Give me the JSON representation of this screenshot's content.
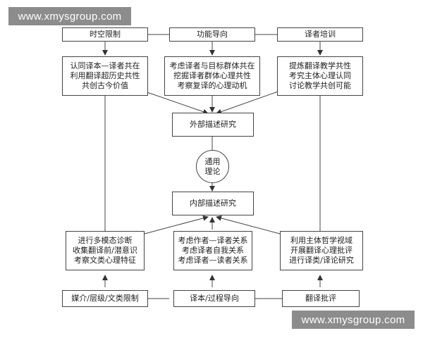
{
  "watermark_text": "www.xmysgroup.com",
  "line_color": "#444444",
  "top_boxes": [
    "时空限制",
    "功能导向",
    "译者培训"
  ],
  "middle_top_boxes": [
    [
      "认同译本—译者共在",
      "利用翻译超历史共性",
      "共创古今价值"
    ],
    [
      "考虑译者与目标群体共在",
      "挖掘译者群体心理共性",
      "考察复译的心理动机"
    ],
    [
      "提炼翻译教学共性",
      "考究主体心理认同",
      "讨论教学共创可能"
    ]
  ],
  "external_study": "外部描述研究",
  "general_theory": [
    "通用",
    "理论"
  ],
  "internal_study": "内部描述研究",
  "middle_bottom_boxes": [
    [
      "进行多模态诊断",
      "收集翻译前/潜意识",
      "考察文类心理特征"
    ],
    [
      "考虑作者—译者关系",
      "考虑译者自我关系",
      "考虑译者—读者关系"
    ],
    [
      "利用主体哲学视域",
      "开展翻译心理批评",
      "进行译类/译论研究"
    ]
  ],
  "bottom_boxes": [
    "媒介/层级/文类限制",
    "译本/过程导向",
    "翻译批评"
  ]
}
